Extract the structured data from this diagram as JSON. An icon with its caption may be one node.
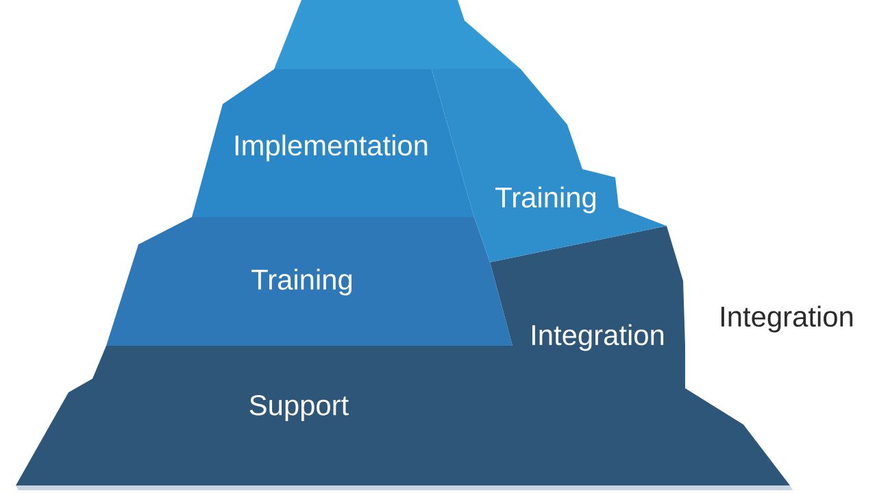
{
  "diagram": {
    "nodes": [
      {
        "text": [],
        "shape": "trapezoid"
      },
      {
        "text": [
          "Implementation"
        ]
      },
      {
        "text": [
          "Training"
        ]
      },
      {
        "text": [
          "Training"
        ]
      },
      {
        "text": [
          "Integration"
        ]
      },
      {
        "text": [
          "Support"
        ]
      }
    ],
    "labels": [
      "Integration"
    ]
  }
}
